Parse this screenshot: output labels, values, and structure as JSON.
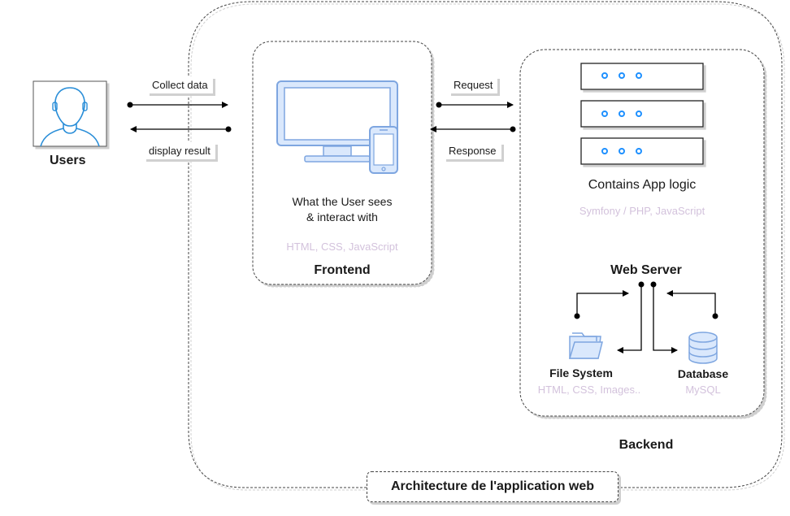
{
  "users": {
    "label": "Users"
  },
  "arrows": {
    "collect_data": "Collect data",
    "display_result": "display result",
    "request": "Request",
    "response": "Response"
  },
  "frontend": {
    "description_line1": "What the User sees",
    "description_line2": "& interact with",
    "tech": "HTML, CSS, JavaScript",
    "title": "Frontend"
  },
  "backend": {
    "logic": "Contains App logic",
    "logic_tech": "Symfony / PHP, JavaScript",
    "web_server": "Web Server",
    "file_system": "File System",
    "file_system_tech": "HTML, CSS, Images..",
    "database": "Database",
    "database_tech": "MySQL",
    "title": "Backend"
  },
  "footer": {
    "title": "Architecture de l'application web"
  },
  "colors": {
    "icon_blue": "#7ea6e0",
    "icon_fill": "#dae8fc",
    "tech_text": "#d3c2dc",
    "led": "#1e90ff"
  }
}
